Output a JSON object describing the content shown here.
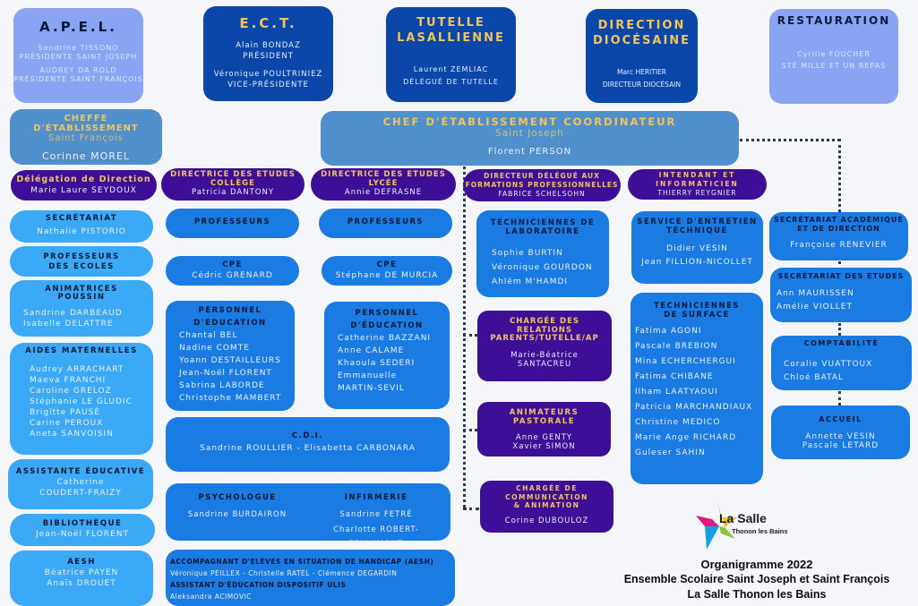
{
  "top": {
    "apel": {
      "title": "A.P.E.L.",
      "lines": [
        "Sandrine TISSONO",
        "PRÉSIDENTE SAINT JOSEPH",
        "AUDREY DA ROLD",
        "PRÉSIDENTE SAINT FRANÇOIS"
      ]
    },
    "ect": {
      "title": "E.C.T.",
      "lines": [
        "Alain BONDAZ",
        "PRÉSIDENT",
        "Véronique POULTRINIEZ",
        "VICE-PRÉSIDENTE"
      ]
    },
    "tutelle": {
      "title_1": "TUTELLE",
      "title_2": "LASALLIENNE",
      "lines": [
        "Laurent ZEMLIAC",
        "DÉLÉGUÉ DE TUTELLE"
      ]
    },
    "diocese": {
      "title_1": "DIRECTION",
      "title_2": "DIOCÉSAINE",
      "lines": [
        "Marc HERITIER",
        "DIRECTEUR DIOCÉSAIN"
      ]
    },
    "restauration": {
      "title": "RESTAURATION",
      "lines": [
        "Cyrille FOUCHER",
        "STÉ MILLE ET UN REPAS"
      ]
    }
  },
  "heads": {
    "cheffe": {
      "title": "CHEFFE D'ÉTABLISSEMENT",
      "site": "Saint François",
      "name": "Corinne MOREL"
    },
    "chef": {
      "title": "CHEF D'ÉTABLISSEMENT COORDINATEUR",
      "site": "Saint Joseph",
      "name": "Florent PERSON"
    }
  },
  "directors": [
    {
      "title": "Délégation de Direction",
      "name": "Marie Laure SEYDOUX"
    },
    {
      "title_1": "DIRECTRICE DES ETUDES",
      "title_2": "COLLÈGE",
      "name": "Patricia DANTONY"
    },
    {
      "title_1": "DIRECTRICE DES ETUDES",
      "title_2": "LYCÉE",
      "name": "Annie DEFRASNE"
    },
    {
      "title_1": "DIRECTEUR DÉLÉGUÉ AUX",
      "title_2": "FORMATIONS PROFESSIONNELLES",
      "name": "FABRICE SCHELSOHN"
    },
    {
      "title_1": "INTENDANT ET",
      "title_2": "INFORMATICIEN",
      "name": "THIERRY REYGNIER"
    }
  ],
  "col1": {
    "secretariat": {
      "title": "SECRÉTARIAT",
      "name": "Nathalie PISTORIO"
    },
    "prof_ecoles": {
      "title_1": "PROFESSEURS",
      "title_2": "DES ECOLES"
    },
    "animatrices": {
      "title_1": "ANIMATRICES",
      "title_2": "POUSSIN",
      "names": [
        "Sandrine DARBEAUD",
        "Isabelle DELATTRE"
      ]
    },
    "aides": {
      "title": "AIDES MATERNELLES",
      "names": [
        "Audrey ARRACHART",
        "Maeva FRANCHI",
        "Caroline GRELOZ",
        "Stéphanie LE GLUDIC",
        "Brigitte PAUSÉ",
        "Carine PEROUX",
        "Aneta SANVOISIN"
      ]
    },
    "assistante": {
      "title": "ASSISTANTE ÉDUCATIVE",
      "names": [
        "Catherine",
        "COUDERT-FRAIZY"
      ]
    },
    "bibliotheque": {
      "title": "BIBLIOTHÈQUE",
      "name": "Jean-Noël FLORENT"
    },
    "aesh": {
      "title": "AESH",
      "names": [
        "Béatrice PAYEN",
        "Anaïs DROUET"
      ]
    }
  },
  "college": {
    "profs": {
      "title": "PROFESSEURS"
    },
    "cpe": {
      "title": "CPE",
      "name": "Cédric GRENARD"
    },
    "perso": {
      "title_1": "PERSONNEL",
      "title_2": "D'EDUCATION",
      "names": [
        "Chantal BEL",
        "Nadine COMTE",
        "Yoann DESTAILLEURS",
        "Jean-Noël FLORENT",
        "Sabrina LABORDE",
        "Christophe MAMBERT"
      ]
    }
  },
  "lycee": {
    "profs": {
      "title": "PROFESSEURS"
    },
    "cpe": {
      "title": "CPE",
      "name": "Stéphane DE MURCIA"
    },
    "perso": {
      "title_1": "PERSONNEL",
      "title_2": "D'ÉDUCATION",
      "names": [
        "Catherine BAZZANI",
        "Anne CALAME",
        "Khaoula  SEDERI",
        "Emmanuelle",
        "MARTIN-SEVIL"
      ]
    }
  },
  "cdi": {
    "title": "C.D.I.",
    "names": "Sandrine ROULLIER  -  Elisabetta CARBONARA"
  },
  "psy": {
    "title": "PSYCHOLOGUE",
    "name": "Sandrine BURDAIRON"
  },
  "infirmerie": {
    "title": "INFIRMERIE",
    "names": [
      "Sandrine FETRÉ",
      "Charlotte ROBERT-BRIAUMONT"
    ]
  },
  "accomp": {
    "title": "ACCOMPAGNANT D'ELÈVES EN SITUATION DE HANDICAP (AESH)",
    "names": "Véronique PEILLEX  - Christelle RATEL - Clémence DEGARDIN",
    "title2": "ASSISTANT D'ÉDUCATION DISPOSITIF ULIS",
    "name2": "Aleksandra ACIMOVIC"
  },
  "pro": {
    "labo": {
      "title_1": "TECHNICIENNES DE",
      "title_2": "LABORATOIRE",
      "names": [
        "Sophie BURTIN",
        "Véronique GOURDON",
        "Ahlëm M'HAMDI"
      ]
    },
    "relations": {
      "title_1": "CHARGÉE DES",
      "title_2": "RELATIONS",
      "title_3": "PARENTS/TUTELLE/AP",
      "names": [
        "Marie-Béatrice",
        "SANTACREU"
      ]
    },
    "pastorale": {
      "title_1": "ANIMATEURS",
      "title_2": "PASTORALE",
      "names": [
        "Anne GENTY",
        "Xavier SIMON"
      ]
    },
    "comm": {
      "title_1": "CHARGÉE DE",
      "title_2": "COMMUNICATION",
      "title_3": "& ANIMATION",
      "name": "Corine DUBOULOZ"
    }
  },
  "intendance": {
    "entretien": {
      "title_1": "SERVICE D'ENTRETIEN",
      "title_2": "TECHNIQUE",
      "names": [
        "Didier VESIN",
        "Jean FILLION-NICOLLET"
      ]
    },
    "surface": {
      "title_1": "TECHNICIENNES",
      "title_2": "DE SURFACE",
      "names": [
        "Fatima AGONI",
        "Pascale BREBION",
        "Mina ECHERCHERGUI",
        "Fatima CHIBANE",
        "Ilham LAATYAOUI",
        "Patricia MARCHANDIAUX",
        "Christine MEDICO",
        "Marie Ange RICHARD",
        "Guleser SAHIN"
      ]
    }
  },
  "admin": {
    "academique": {
      "title_1": "SECRÉTARIAT ACADÉMIQUE",
      "title_2": "ET DE DIRECTION",
      "name": "Françoise RENEVIER"
    },
    "etudes": {
      "title": "SECRÉTARIAT DES ETUDES",
      "names": [
        "Ann MAURISSEN",
        "Amélie VIOLLET"
      ]
    },
    "compta": {
      "title": "COMPTABILITÉ",
      "names": [
        "Coralie VUATTOUX",
        "Chloé BATAL"
      ]
    },
    "accueil": {
      "title": "ACCUEIL",
      "names": [
        "Annette VESIN",
        "Pascale LETARD"
      ]
    }
  },
  "logo": {
    "name": "La Salle",
    "sub": "Thonon les Bains"
  },
  "footer": {
    "line1": "Organigramme  2022",
    "line2": "Ensemble Scolaire Saint Joseph et Saint François",
    "line3": "La Salle Thonon les Bains"
  },
  "colors": {
    "gold": "#f2c45a",
    "purple": "#3d0f97",
    "dark_blue": "#0a47a8",
    "light_blue": "#88a4f2",
    "sky": "#3ba9f5",
    "blue": "#1a7be3",
    "steel": "#4f8fcb"
  }
}
